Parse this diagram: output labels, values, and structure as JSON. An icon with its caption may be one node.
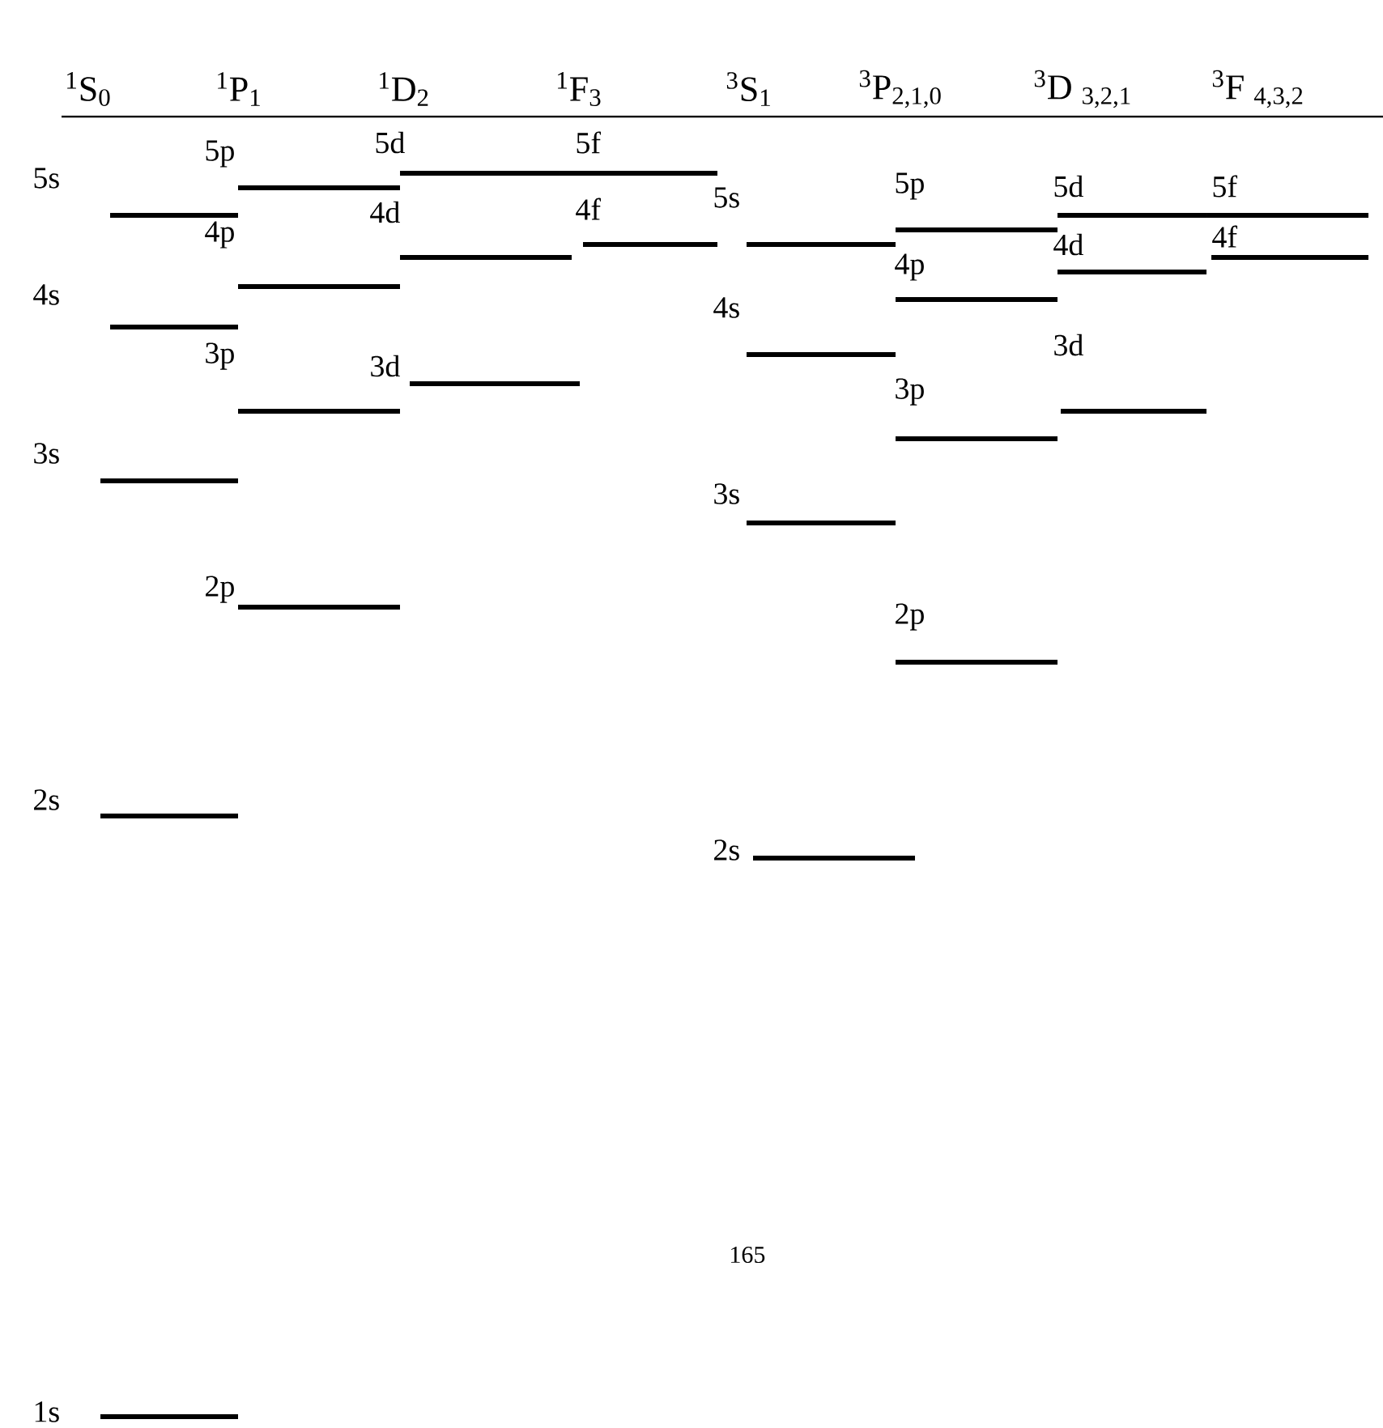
{
  "diagram": {
    "labels": [
      "$^{1}$S$_{0}$",
      "$^{1}$P$_{1}$",
      "$^{1}$D$_{2}$",
      "$^{1}$F$_{3}$",
      "$^{3}$S$_{1}$",
      "$^{3}$P$_{2,1,0}$",
      "$^{3}$D $_{3,2,1}$",
      "$^{3}$F $_{4,3,2}$",
      "5p",
      "5d",
      "5f",
      "5s",
      "5p",
      "5d",
      "5f",
      "4d",
      "4f",
      "4p",
      "4p",
      "4d",
      "4f",
      "5s",
      "4s",
      "4s",
      "3p",
      "3d",
      "3d",
      "3p",
      "3s",
      "3s",
      "2p",
      "2p",
      "2s",
      "2s",
      "165",
      "1s"
    ]
  }
}
